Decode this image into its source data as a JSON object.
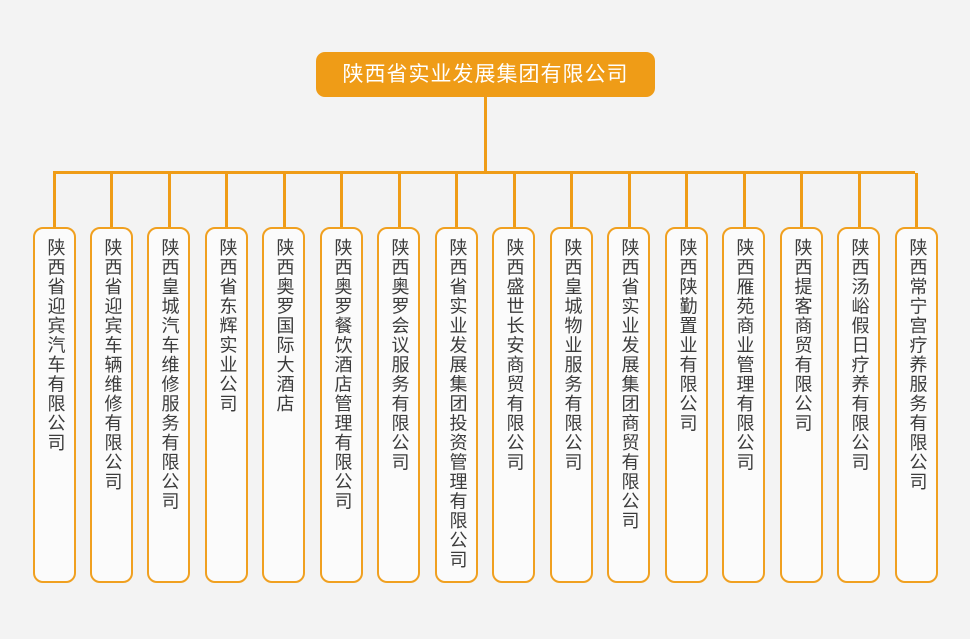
{
  "diagram": {
    "type": "organization-chart",
    "orientation": "top-down",
    "root": {
      "label": "陕西省实业发展集团有限公司",
      "fill_color": "#EF9C17",
      "text_color": "#FFFFFF"
    },
    "connector_color": "#EF9C17",
    "background_color": "#F3F3F3",
    "node_style": {
      "fill_color": "#FBFBFB",
      "border_color": "#F0A020",
      "text_color": "#3C3C3C",
      "text_direction": "vertical"
    },
    "child_count": 16,
    "children": [
      {
        "label": "陕西省迎宾汽车有限公司"
      },
      {
        "label": "陕西省迎宾车辆维修有限公司"
      },
      {
        "label": "陕西皇城汽车维修服务有限公司"
      },
      {
        "label": "陕西省东辉实业公司"
      },
      {
        "label": "陕西奥罗国际大酒店"
      },
      {
        "label": "陕西奥罗餐饮酒店管理有限公司"
      },
      {
        "label": "陕西奥罗会议服务有限公司"
      },
      {
        "label": "陕西省实业发展集团投资管理有限公司"
      },
      {
        "label": "陕西盛世长安商贸有限公司"
      },
      {
        "label": "陕西皇城物业服务有限公司"
      },
      {
        "label": "陕西省实业发展集团商贸有限公司"
      },
      {
        "label": "陕西陕勤置业有限公司"
      },
      {
        "label": "陕西雁苑商业管理有限公司"
      },
      {
        "label": "陕西提客商贸有限公司"
      },
      {
        "label": "陕西汤峪假日疗养有限公司"
      },
      {
        "label": "陕西常宁宫疗养服务有限公司"
      }
    ]
  }
}
